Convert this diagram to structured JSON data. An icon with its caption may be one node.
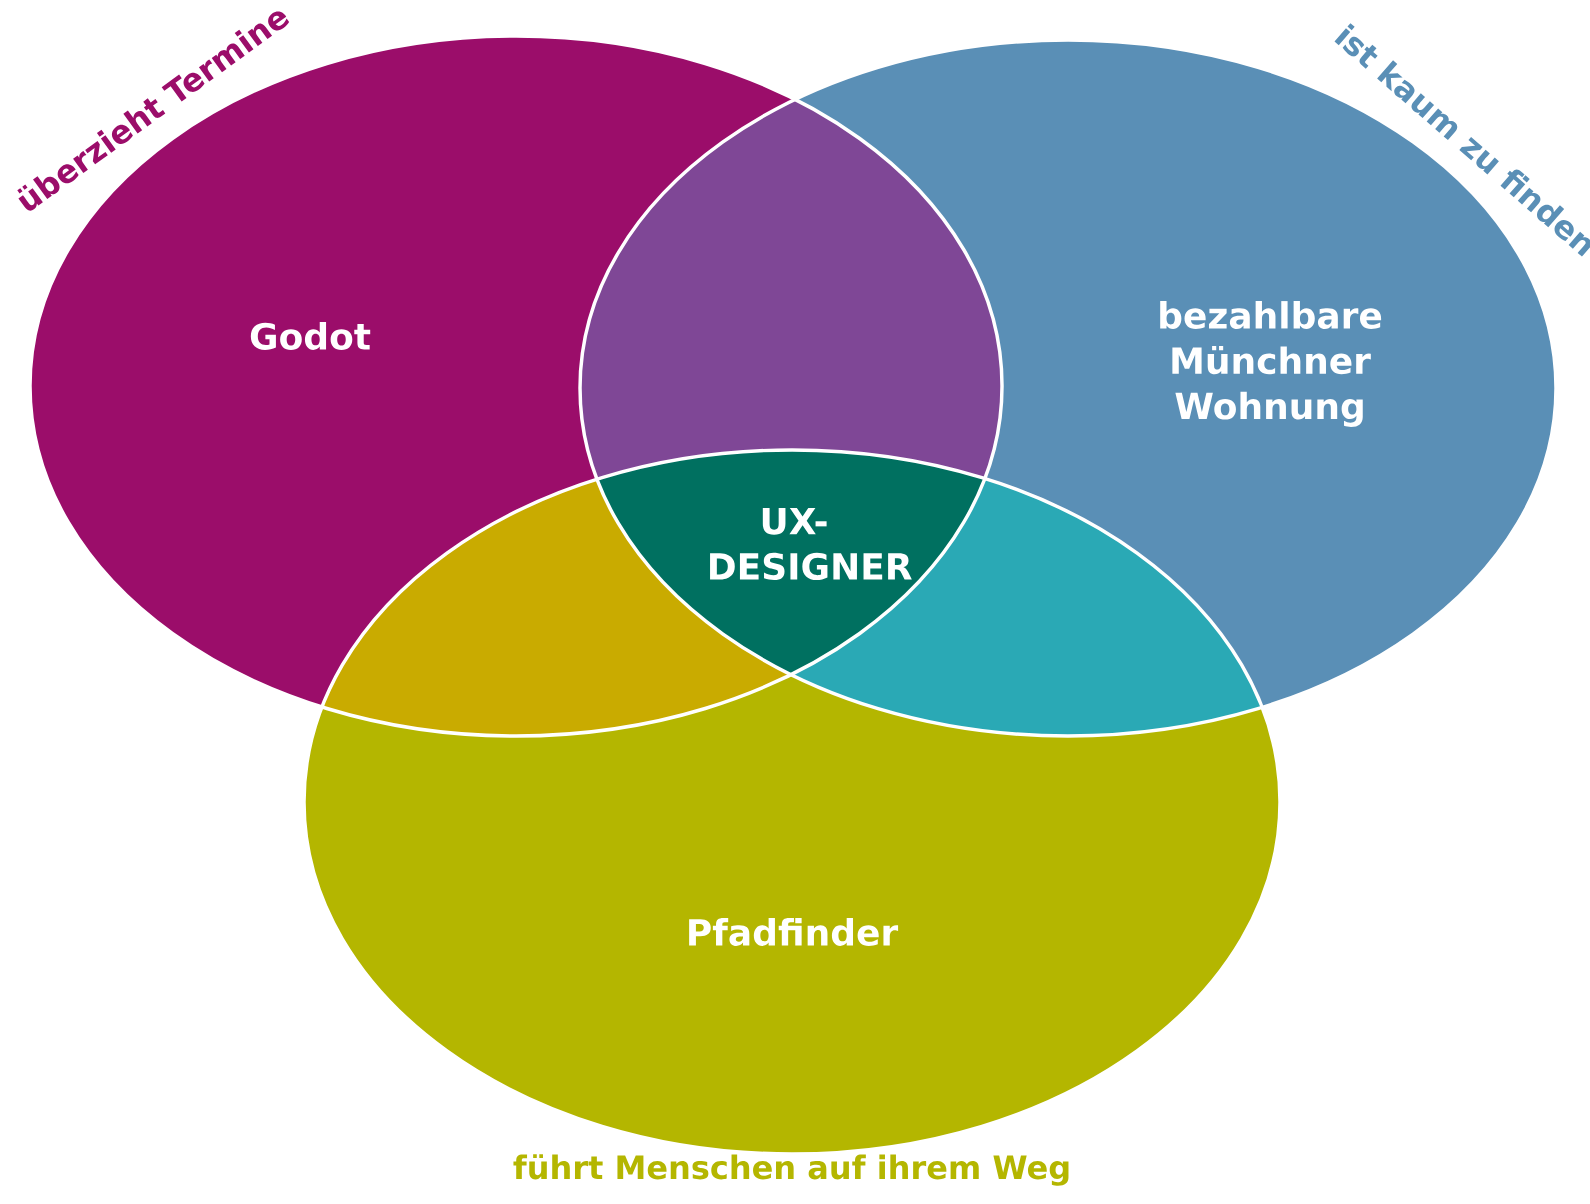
{
  "diagram": {
    "nodes": [
      {
        "text": [
          "Godot"
        ],
        "beside": [
          "überzieht Termine"
        ]
      },
      {
        "text": [
          "bezahlbare Münchner Wohnung"
        ],
        "beside": [
          "ist kaum zu finden"
        ]
      },
      {
        "text": [
          "Pfadfinder"
        ]
      },
      {
        "text": [
          "UX-DESIGNER"
        ]
      }
    ],
    "labels": [
      "führt Menschen auf ihrem Weg"
    ]
  }
}
